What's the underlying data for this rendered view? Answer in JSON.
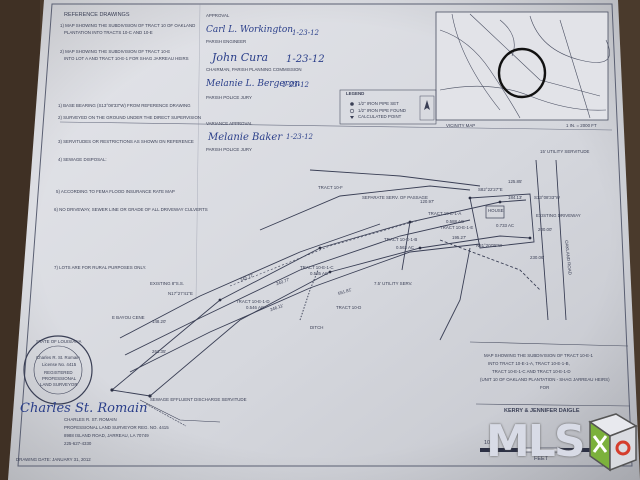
{
  "reference_drawings": {
    "heading": "REFERENCE DRAWINGS",
    "items": [
      "1) MAP SHOWING THE SUBDIVISION OF TRACT 10 OF OAKLAND",
      "PLANTATION INTO TRACTS 10-C AND 10-E",
      "2) MAP SHOWING THE SUBDIVISION OF TRACT 10-E",
      "INTO LOT A AND TRACT 10-E-1 FOR SHAG JARREAU HEIRS"
    ]
  },
  "notes": {
    "items": [
      "1) BASE BEARING (S13°08'33\"W) FROM REFERENCE DRAWING",
      "2) SURVEYED ON THE GROUND UNDER THE DIRECT SUPERVISION",
      "3) SERVITUDES OR RESTRICTIONS AS SHOWN ON REFERENCE",
      "4) SEWAGE DISPOSAL:",
      "5) ACCORDING TO FEMA FLOOD INSURANCE RATE MAP",
      "6) NO DRIVEWAY, SEWER LINE OR GRADE OF ALL DRIVEWAY CULVERTS",
      "7) LOTS ARE FOR RURAL PURPOSES ONLY."
    ]
  },
  "approvals": {
    "approval_label": "APPROVAL",
    "variance_label": "VARIANCE APPROVAL",
    "signatures": [
      "Carl L. Workington",
      "John Cura",
      "Melanie L. Bergeron",
      "Melanie Baker"
    ],
    "dates": [
      "1-23-12",
      "1-23-12",
      "1-23-12",
      "1-23-12"
    ],
    "roles": [
      "PARISH ENGINEER",
      "CHAIRMAN, PARISH PLANNING COMMISSION",
      "PARISH POLICE JURY",
      "PARISH POLICE JURY"
    ]
  },
  "legend": {
    "title": "LEGEND",
    "items": [
      "1/2\" IRON PIPE SET",
      "1/2\" IRON PIPE FOUND",
      "CALCULATED POINT"
    ]
  },
  "vicinity_map": {
    "label": "VICINITY MAP",
    "scale": "1 IN. = 2000 FT"
  },
  "tract_labels": [
    "TRACT 10-F",
    "TRACT 10-E-1-A",
    "TRACT 10-E-1-B",
    "TRACT 10-E-1-C",
    "TRACT 10-E-1-D",
    "TRACT 10-D",
    "TRACT 10-E-1-E",
    "HOUSE",
    "SEPARATE SERV. OF PASSAGE",
    "EXISTING DRIVEWAY",
    "15' UTILITY SERVITUDE",
    "7.5' UTILITY SERV.",
    "EXISTING 8\"S.S.",
    "DITCH",
    "E BAYOU CENE",
    "OAKLAND ROAD",
    "SEWAGE EFFLUENT DISCHARGE SERVITUDE"
  ],
  "dimensions": [
    "S82°22'27\"E",
    "125.85'",
    "184.13'",
    "240.77'",
    "245.77'",
    "246.11'",
    "551.81'",
    "N81°20'05\"W",
    "195.27'",
    "120.97'",
    "148.20'",
    "261.35'",
    "N17°27'41\"E",
    "S13°08'33\"W",
    "200.00'",
    "230.06'",
    "0.588 AC",
    "0.563 AC",
    "0.535 AC",
    "0.546 AC",
    "0.733 AC"
  ],
  "title_block": {
    "lines": [
      "MAP SHOWING THE SUBDIVISION OF TRACT 10-E-1",
      "INTO TRACT 10-E-1-A, TRACT 10-E-1-B,",
      "TRACT 10-E-1-C AND TRACT 10-E-1-D",
      "(UNIT 10 OF OAKLAND PLANTATION - SHAG JARREAU HEIRS)",
      "FOR",
      "KERRY & JENNIFER DAIGLE"
    ]
  },
  "surveyor": {
    "seal_lines": [
      "STATE OF LOUISIANA",
      "Charles R. St. Romain",
      "License No. 4415",
      "REGISTERED",
      "PROFESSIONAL",
      "LAND SURVEYOR"
    ],
    "signature": "Charles St. Romain",
    "lines": [
      "CHARLES R. ST. ROMAIN",
      "PROFESSIONAL LAND SURVEYOR REG. NO. 4415",
      "8988 ISLAND ROAD, JARREAU, LA 70749",
      "225-627-4330"
    ],
    "drawing_date": "DRAWING DATE: JANUARY 31, 2012"
  },
  "scale_bar": {
    "value": "100",
    "unit": "FEET"
  },
  "watermark": {
    "text": "MLS"
  },
  "colors": {
    "paper": "#dcdde2",
    "ink": "#3a3f55",
    "signature_ink": "#2b3f8a",
    "background": "#4a3a2c"
  }
}
